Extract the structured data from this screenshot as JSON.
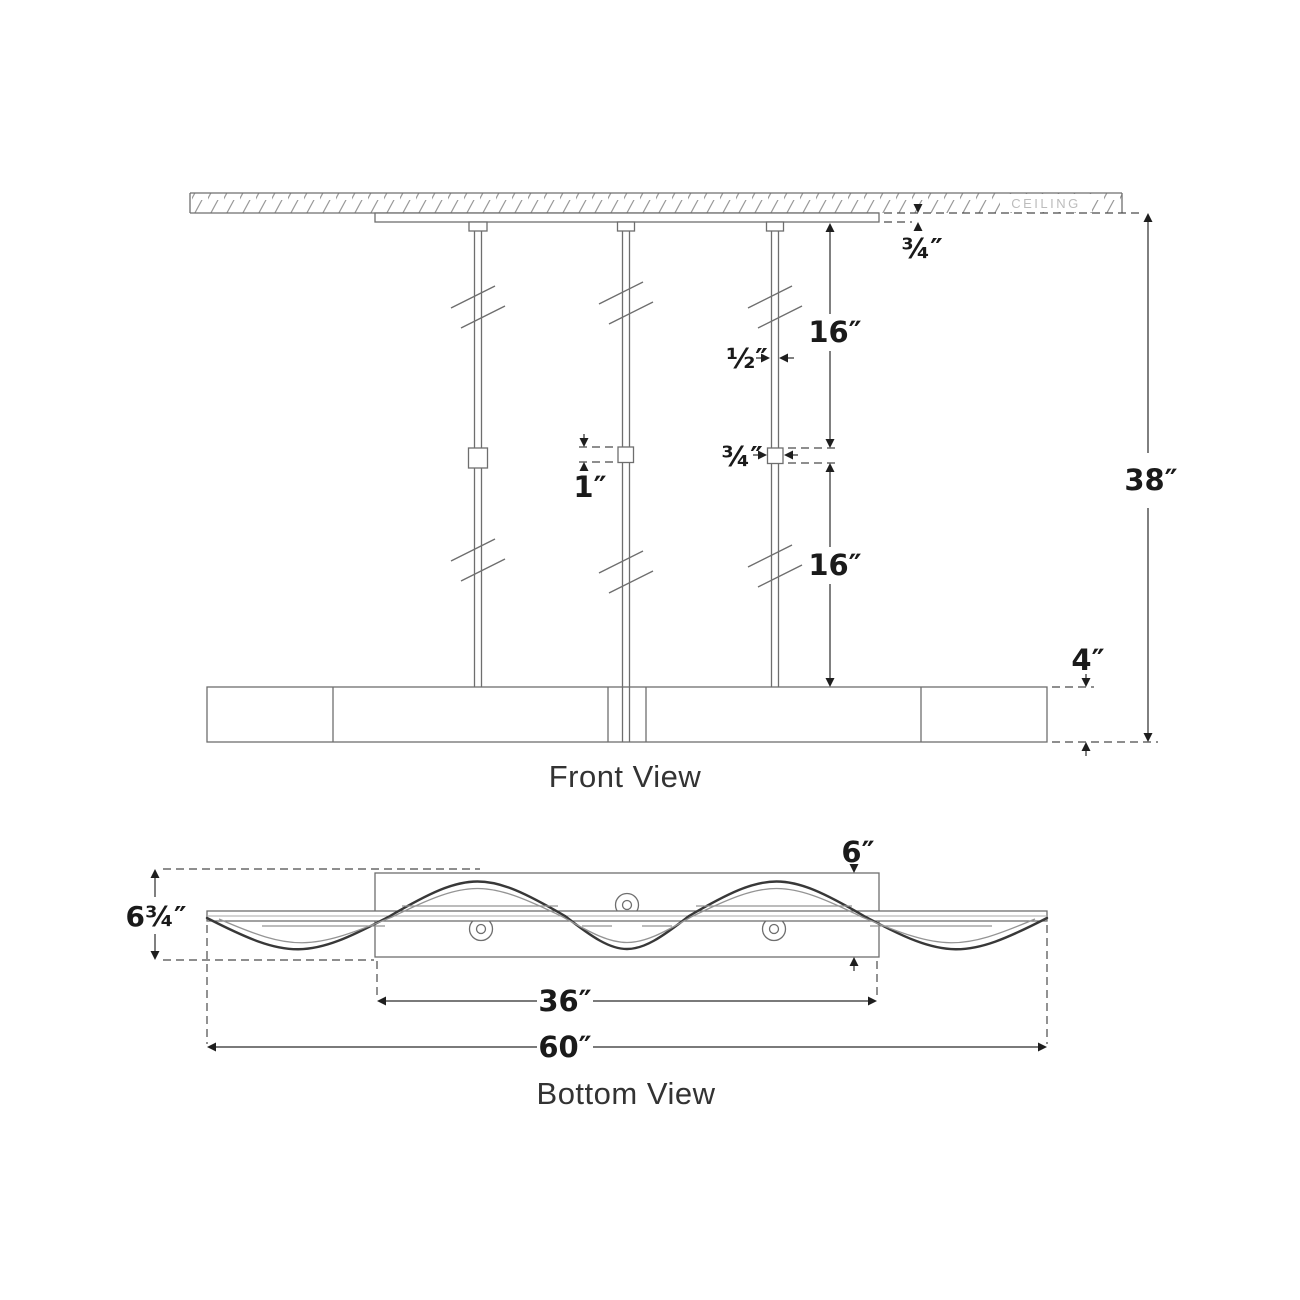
{
  "front_view": {
    "caption": "Front View",
    "ceiling_label": "CEILING",
    "dims": {
      "canopy_thickness": "¾″",
      "stem_upper": "16″",
      "stem_diameter": "½″",
      "coupler_width": "¾″",
      "coupler_height": "1″",
      "stem_lower": "16″",
      "overall_height": "38″",
      "body_height": "4″"
    }
  },
  "bottom_view": {
    "caption": "Bottom View",
    "dims": {
      "canopy_depth": "6″",
      "fixture_depth": "6¾″",
      "canopy_length": "36″",
      "fixture_length": "60″"
    }
  },
  "colors": {
    "background": "#ffffff",
    "structure": "#6e6e6e",
    "dimension": "#2b2b2b",
    "glass_outline": "#383838",
    "hatch": "#9a9a9a",
    "ceiling_text": "#bcbcbc"
  }
}
